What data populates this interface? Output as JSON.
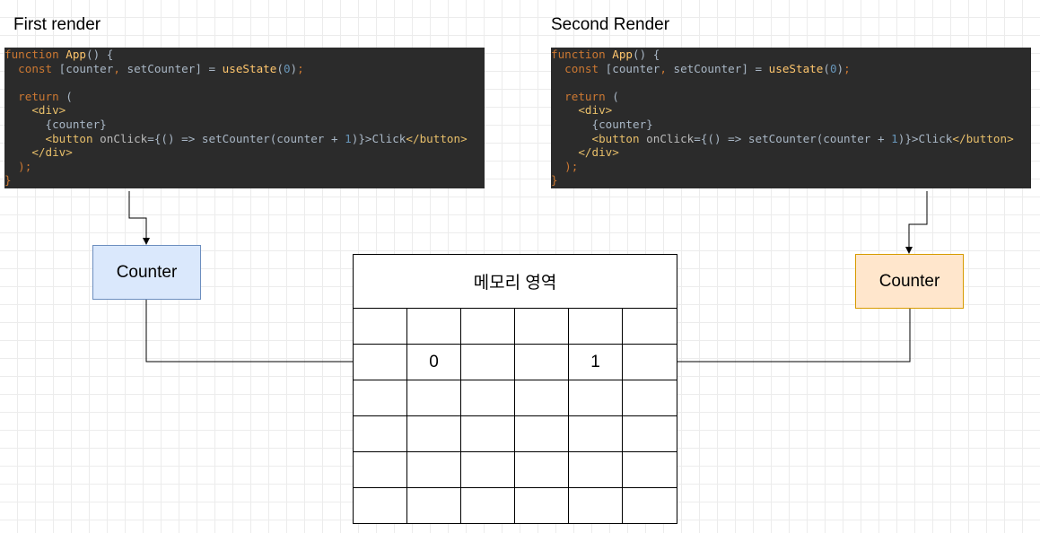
{
  "first_render": {
    "title": "First render",
    "code_lines": [
      [
        {
          "t": "function ",
          "c": "kw"
        },
        {
          "t": "App",
          "c": "fn"
        },
        {
          "t": "() {",
          "c": "id"
        }
      ],
      [
        {
          "t": "  ",
          "c": "id"
        },
        {
          "t": "const ",
          "c": "kw"
        },
        {
          "t": "[counter",
          "c": "id"
        },
        {
          "t": ", ",
          "c": "kw"
        },
        {
          "t": "setCounter] = ",
          "c": "id"
        },
        {
          "t": "useState",
          "c": "fn"
        },
        {
          "t": "(",
          "c": "id"
        },
        {
          "t": "0",
          "c": "num"
        },
        {
          "t": ")",
          "c": "id"
        },
        {
          "t": ";",
          "c": "kw"
        }
      ],
      [],
      [
        {
          "t": "  ",
          "c": "id"
        },
        {
          "t": "return ",
          "c": "kw"
        },
        {
          "t": "(",
          "c": "id"
        }
      ],
      [
        {
          "t": "    ",
          "c": "id"
        },
        {
          "t": "<div>",
          "c": "tag"
        }
      ],
      [
        {
          "t": "      ",
          "c": "id"
        },
        {
          "t": "{counter}",
          "c": "id"
        }
      ],
      [
        {
          "t": "      ",
          "c": "id"
        },
        {
          "t": "<button ",
          "c": "tag"
        },
        {
          "t": "onClick",
          "c": "attr"
        },
        {
          "t": "={() => setCounter(counter + ",
          "c": "id"
        },
        {
          "t": "1",
          "c": "num"
        },
        {
          "t": ")}>Click",
          "c": "id"
        },
        {
          "t": "</button>",
          "c": "tag"
        }
      ],
      [
        {
          "t": "    ",
          "c": "id"
        },
        {
          "t": "</div>",
          "c": "tag"
        }
      ],
      [
        {
          "t": "  );",
          "c": "kw"
        }
      ],
      [
        {
          "t": "}",
          "c": "kw"
        }
      ]
    ],
    "component_label": "Counter"
  },
  "second_render": {
    "title": "Second Render",
    "code_lines": [
      [
        {
          "t": "function ",
          "c": "kw"
        },
        {
          "t": "App",
          "c": "fn"
        },
        {
          "t": "() {",
          "c": "id"
        }
      ],
      [
        {
          "t": "  ",
          "c": "id"
        },
        {
          "t": "const ",
          "c": "kw"
        },
        {
          "t": "[counter",
          "c": "id"
        },
        {
          "t": ", ",
          "c": "kw"
        },
        {
          "t": "setCounter] = ",
          "c": "id"
        },
        {
          "t": "useState",
          "c": "fn"
        },
        {
          "t": "(",
          "c": "id"
        },
        {
          "t": "0",
          "c": "num"
        },
        {
          "t": ")",
          "c": "id"
        },
        {
          "t": ";",
          "c": "kw"
        }
      ],
      [],
      [
        {
          "t": "  ",
          "c": "id"
        },
        {
          "t": "return ",
          "c": "kw"
        },
        {
          "t": "(",
          "c": "id"
        }
      ],
      [
        {
          "t": "    ",
          "c": "id"
        },
        {
          "t": "<div>",
          "c": "tag"
        }
      ],
      [
        {
          "t": "      ",
          "c": "id"
        },
        {
          "t": "{counter}",
          "c": "id"
        }
      ],
      [
        {
          "t": "      ",
          "c": "id"
        },
        {
          "t": "<button ",
          "c": "tag"
        },
        {
          "t": "onClick",
          "c": "attr"
        },
        {
          "t": "={() => setCounter(counter + ",
          "c": "id"
        },
        {
          "t": "1",
          "c": "num"
        },
        {
          "t": ")}>Click",
          "c": "id"
        },
        {
          "t": "</button>",
          "c": "tag"
        }
      ],
      [
        {
          "t": "    ",
          "c": "id"
        },
        {
          "t": "</div>",
          "c": "tag"
        }
      ],
      [
        {
          "t": "  );",
          "c": "kw"
        }
      ],
      [
        {
          "t": "}",
          "c": "kw"
        }
      ]
    ],
    "component_label": "Counter"
  },
  "memory": {
    "title": "메모리 영역",
    "rows": [
      [
        "",
        "",
        "",
        "",
        "",
        ""
      ],
      [
        "",
        "0",
        "",
        "",
        "1",
        ""
      ],
      [
        "",
        "",
        "",
        "",
        "",
        ""
      ],
      [
        "",
        "",
        "",
        "",
        "",
        ""
      ],
      [
        "",
        "",
        "",
        "",
        "",
        ""
      ],
      [
        "",
        "",
        "",
        "",
        "",
        ""
      ]
    ]
  },
  "colors": {
    "code_background": "#2b2b2b",
    "first_counter_fill": "#dae8fc",
    "first_counter_stroke": "#6c8ebf",
    "second_counter_fill": "#ffe6cc",
    "second_counter_stroke": "#d79b00",
    "keyword": "#cc7832",
    "function": "#ffc66d",
    "identifier": "#a9b7c6",
    "number": "#6897bb",
    "tag": "#e8bf6a"
  }
}
